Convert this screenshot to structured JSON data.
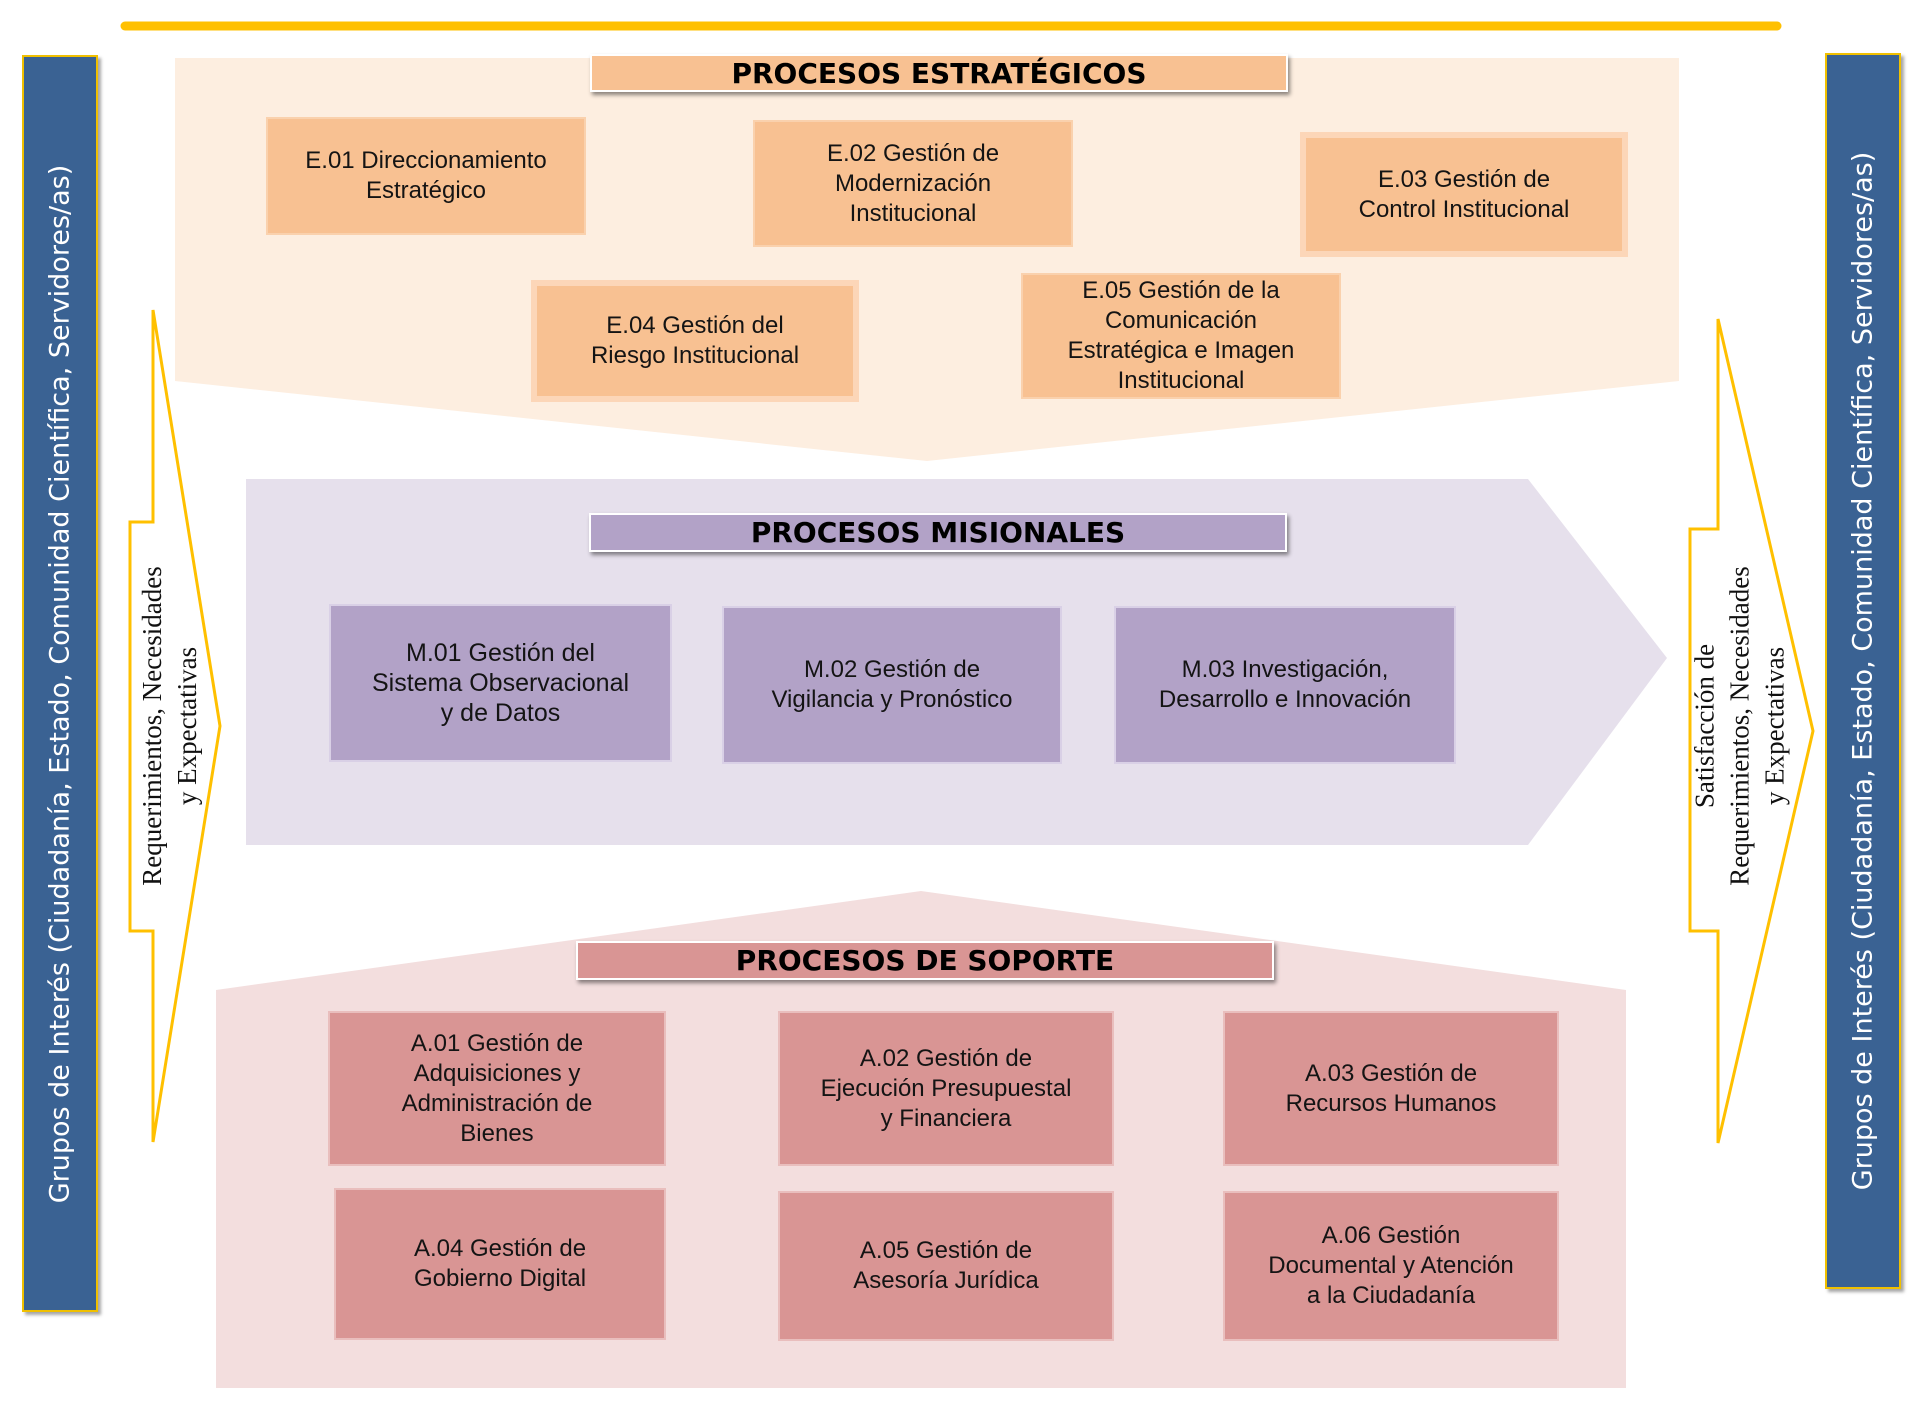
{
  "colors": {
    "accent_yellow": "#ffc000",
    "stakeholder_bar": "#3a6293",
    "strategic_bg": "#fdeee0",
    "strategic_box": "#f8c192",
    "missional_bg": "#e6e0ec",
    "missional_box": "#b2a2c7",
    "support_bg": "#f3dede",
    "support_box": "#d99594"
  },
  "left_bar": {
    "label": "Grupos de Interés (Ciudadanía, Estado, Comunidad  Científica, Servidores/as)"
  },
  "right_bar": {
    "label": "Grupos de Interés (Ciudadanía, Estado, Comunidad  Científica, Servidores/as)"
  },
  "input_arrow": {
    "label": "Requerimientos, Necesidades\ny Expectativas"
  },
  "output_arrow": {
    "label": "Satisfacción de\nRequerimientos, Necesidades\ny Expectativas"
  },
  "strategic": {
    "title": "PROCESOS ESTRATÉGICOS",
    "items": [
      {
        "label": "E.01  Direccionamiento\nEstratégico"
      },
      {
        "label": "E.02  Gestión de\nModernización\nInstitucional"
      },
      {
        "label": "E.03  Gestión de\nControl  Institucional"
      },
      {
        "label": "E.04  Gestión del\nRiesgo  Institucional"
      },
      {
        "label": "E.05  Gestión de la\nComunicación\nEstratégica e Imagen\nInstitucional"
      }
    ]
  },
  "missional": {
    "title": "PROCESOS MISIONALES",
    "items": [
      {
        "label": "M.01  Gestión del\nSistema Observacional\ny de Datos"
      },
      {
        "label": "M.02  Gestión de\nVigilancia    y Pronóstico"
      },
      {
        "label": "M.03 Investigación,\nDesarrollo  e  Innovación"
      }
    ]
  },
  "support": {
    "title": "PROCESOS DE  SOPORTE",
    "items": [
      {
        "label": "A.01 Gestión  de\nAdquisiciones  y\nAdministración de\nBienes"
      },
      {
        "label": "A.02 Gestión  de\nEjecución Presupuestal\ny Financiera"
      },
      {
        "label": "A.03  Gestión de\nRecursos  Humanos"
      },
      {
        "label": "A.04  Gestión de\nGobierno  Digital"
      },
      {
        "label": "A.05  Gestión  de\nAsesoría Jurídica"
      },
      {
        "label": "A.06  Gestión\nDocumental  y Atención\na la Ciudadanía"
      }
    ]
  }
}
